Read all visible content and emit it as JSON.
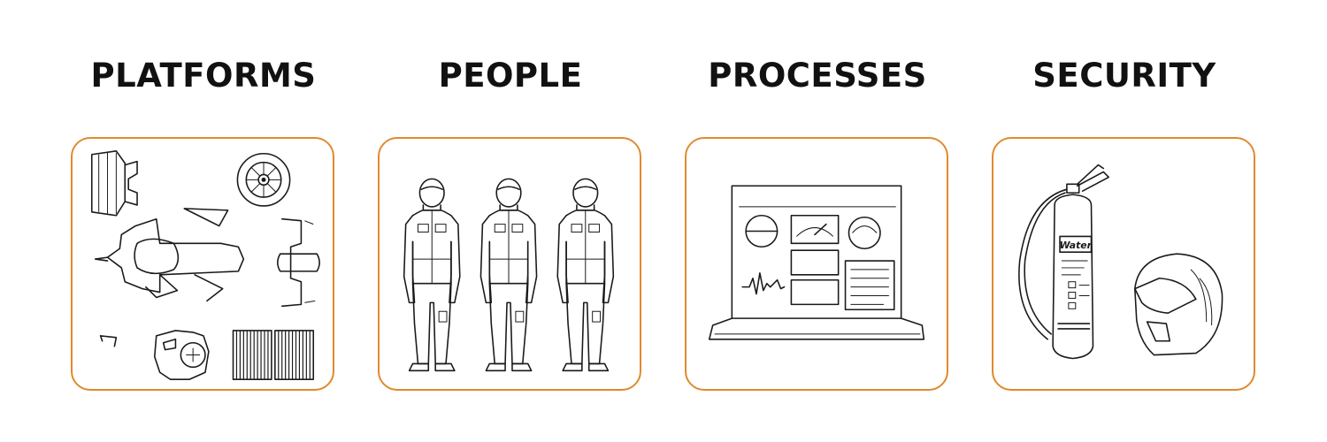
{
  "sections": [
    {
      "title": "PLATFORMS",
      "illustration": "race-car-parts-illustration"
    },
    {
      "title": "PEOPLE",
      "illustration": "pit-crew-illustration"
    },
    {
      "title": "PROCESSES",
      "illustration": "laptop-dashboard-illustration"
    },
    {
      "title": "SECURITY",
      "illustration": "extinguisher-helmet-illustration"
    }
  ],
  "extinguisher_label": "Water",
  "colors": {
    "card_border": "#e08a2e",
    "text": "#111111",
    "background": "#ffffff"
  }
}
